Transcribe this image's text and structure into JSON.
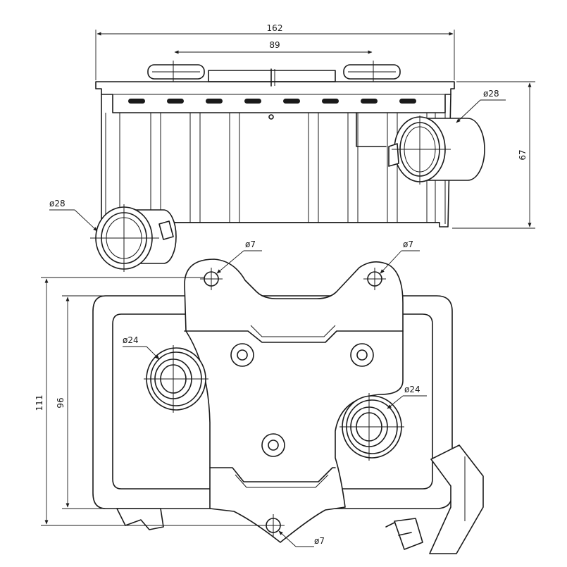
{
  "dimensions": {
    "width_overall": "162",
    "inlet_spacing": "89",
    "height_side": "67",
    "height_outer": "111",
    "height_inner": "96"
  },
  "diameters": {
    "side_pipe_right": "ø28",
    "side_pipe_left": "ø28",
    "mount_hole_top_left": "ø7",
    "mount_hole_top_right": "ø7",
    "mount_hole_bottom": "ø7",
    "port_left": "ø24",
    "port_right": "ø24"
  }
}
